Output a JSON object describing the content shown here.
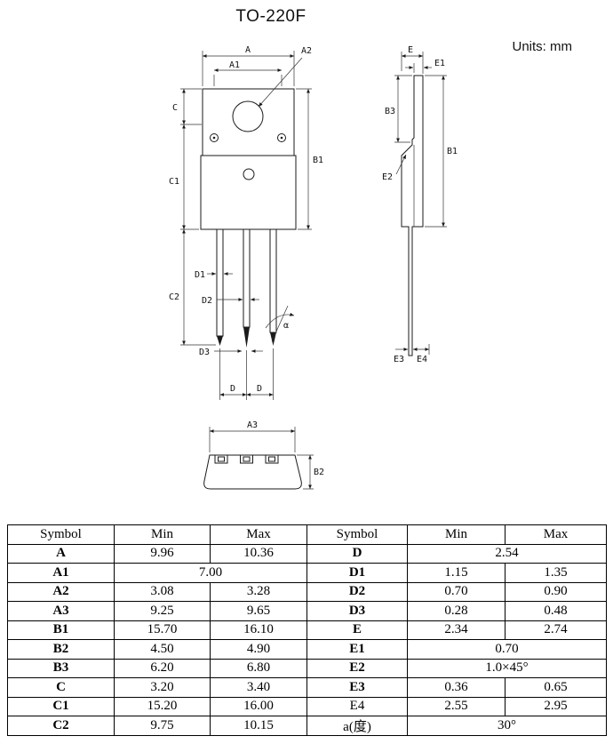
{
  "page": {
    "title": "TO-220F",
    "units_label": "Units: mm"
  },
  "drawing": {
    "front": {
      "A": "A",
      "A1": "A1",
      "A2": "A2",
      "C": "C",
      "C1": "C1",
      "C2": "C2",
      "B1": "B1",
      "D1": "D1",
      "D2": "D2",
      "D3": "D3",
      "D_left": "D",
      "D_right": "D",
      "alpha": "α"
    },
    "side": {
      "E": "E",
      "E1": "E1",
      "B3": "B3",
      "B1": "B1",
      "E2": "E2",
      "E3": "E3",
      "E4": "E4"
    },
    "bottom": {
      "A3": "A3",
      "B2": "B2"
    }
  },
  "table": {
    "headers": {
      "sym1": "Symbol",
      "min1": "Min",
      "max1": "Max",
      "sym2": "Symbol",
      "min2": "Min",
      "max2": "Max"
    },
    "rows": [
      {
        "sym1": "A",
        "min1": "9.96",
        "max1": "10.36",
        "sym2": "D",
        "span2": "2.54"
      },
      {
        "sym1": "A1",
        "span1": "7.00",
        "sym2": "D1",
        "min2": "1.15",
        "max2": "1.35"
      },
      {
        "sym1": "A2",
        "min1": "3.08",
        "max1": "3.28",
        "sym2": "D2",
        "min2": "0.70",
        "max2": "0.90"
      },
      {
        "sym1": "A3",
        "min1": "9.25",
        "max1": "9.65",
        "sym2": "D3",
        "min2": "0.28",
        "max2": "0.48"
      },
      {
        "sym1": "B1",
        "min1": "15.70",
        "max1": "16.10",
        "sym2": "E",
        "min2": "2.34",
        "max2": "2.74"
      },
      {
        "sym1": "B2",
        "min1": "4.50",
        "max1": "4.90",
        "sym2": "E1",
        "span2": "0.70"
      },
      {
        "sym1": "B3",
        "min1": "6.20",
        "max1": "6.80",
        "sym2": "E2",
        "span2": "1.0×45°"
      },
      {
        "sym1": "C",
        "min1": "3.20",
        "max1": "3.40",
        "sym2": "E3",
        "min2": "0.36",
        "max2": "0.65"
      },
      {
        "sym1": "C1",
        "min1": "15.20",
        "max1": "16.00",
        "sym2": "E4",
        "min2": "2.55",
        "max2": "2.95"
      },
      {
        "sym1": "C2",
        "min1": "9.75",
        "max1": "10.15",
        "sym2": "a(度)",
        "span2": "30°"
      }
    ]
  }
}
